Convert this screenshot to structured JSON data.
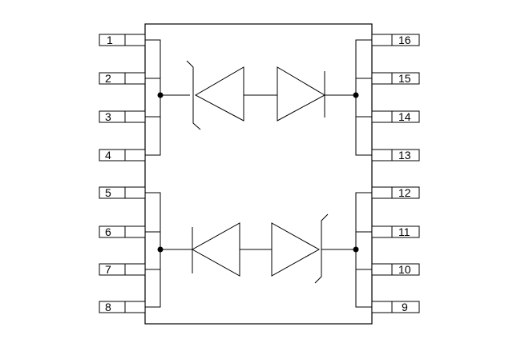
{
  "diagram": {
    "left_pins": [
      {
        "number": "1"
      },
      {
        "number": "2"
      },
      {
        "number": "3"
      },
      {
        "number": "4"
      },
      {
        "number": "5"
      },
      {
        "number": "6"
      },
      {
        "number": "7"
      },
      {
        "number": "8"
      }
    ],
    "right_pins": [
      {
        "number": "16"
      },
      {
        "number": "15"
      },
      {
        "number": "14"
      },
      {
        "number": "13"
      },
      {
        "number": "12"
      },
      {
        "number": "11"
      },
      {
        "number": "10"
      },
      {
        "number": "9"
      }
    ],
    "circuits": [
      {
        "name": "top",
        "left_group_pins": [
          "1",
          "2",
          "3",
          "4"
        ],
        "right_group_pins": [
          "16",
          "15",
          "14",
          "13"
        ],
        "elements": [
          "tvs-diode",
          "rectifier-diode"
        ]
      },
      {
        "name": "bottom",
        "left_group_pins": [
          "5",
          "6",
          "7",
          "8"
        ],
        "right_group_pins": [
          "12",
          "11",
          "10",
          "9"
        ],
        "elements": [
          "rectifier-diode",
          "tvs-diode"
        ]
      }
    ]
  }
}
